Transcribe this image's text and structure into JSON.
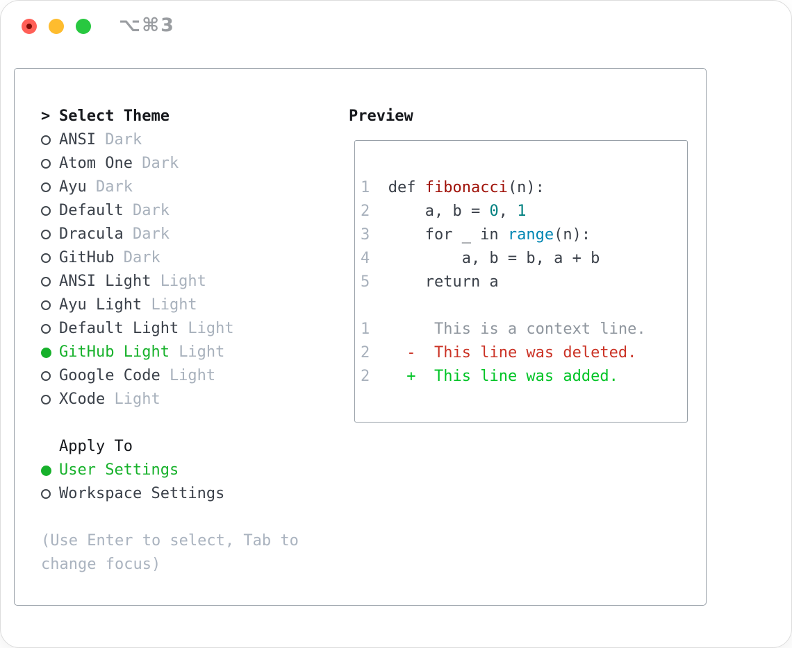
{
  "colors": {
    "ink": "#16181c",
    "text": "#3a4049",
    "muted": "#a8b1bc",
    "hint": "#aab3bf",
    "border": "#98a0a8",
    "selected_green": "#17b12b",
    "added_green": "#00c426",
    "deleted_red": "#cb3326",
    "function_red": "#a01209",
    "number_teal": "#008080",
    "builtin_blue": "#0086b3",
    "context_gray": "#8f969e",
    "titlebar_text": "#9a9da1",
    "traffic_red": "#ff5f57",
    "traffic_red_dot": "#7e0c06",
    "traffic_yellow": "#febc2e",
    "traffic_green": "#28c840"
  },
  "titlebar": {
    "shortcut": "⌥⌘3"
  },
  "theme_panel": {
    "header": {
      "prefix": ">",
      "title": "Select Theme"
    },
    "items": [
      {
        "label": "ANSI",
        "tag": "Dark",
        "selected": false
      },
      {
        "label": "Atom One",
        "tag": "Dark",
        "selected": false
      },
      {
        "label": "Ayu",
        "tag": "Dark",
        "selected": false
      },
      {
        "label": "Default",
        "tag": "Dark",
        "selected": false
      },
      {
        "label": "Dracula",
        "tag": "Dark",
        "selected": false
      },
      {
        "label": "GitHub",
        "tag": "Dark",
        "selected": false
      },
      {
        "label": "ANSI Light",
        "tag": "Light",
        "selected": false
      },
      {
        "label": "Ayu Light",
        "tag": "Light",
        "selected": false
      },
      {
        "label": "Default Light",
        "tag": "Light",
        "selected": false
      },
      {
        "label": "GitHub Light",
        "tag": "Light",
        "selected": true
      },
      {
        "label": "Google Code",
        "tag": "Light",
        "selected": false
      },
      {
        "label": "XCode",
        "tag": "Light",
        "selected": false
      }
    ],
    "apply": {
      "title": "Apply To",
      "options": [
        {
          "label": "User Settings",
          "selected": true
        },
        {
          "label": "Workspace Settings",
          "selected": false
        }
      ]
    },
    "hint_lines": [
      "(Use Enter to select, Tab to",
      "change focus)"
    ]
  },
  "preview": {
    "title": "Preview",
    "code_lines": [
      {
        "num": "1",
        "segments": [
          {
            "t": "def ",
            "c": "plain"
          },
          {
            "t": "fibonacci",
            "c": "fn"
          },
          {
            "t": "(n):",
            "c": "plain"
          }
        ]
      },
      {
        "num": "2",
        "segments": [
          {
            "t": "    a, b = ",
            "c": "plain"
          },
          {
            "t": "0",
            "c": "num"
          },
          {
            "t": ", ",
            "c": "plain"
          },
          {
            "t": "1",
            "c": "num"
          }
        ]
      },
      {
        "num": "3",
        "segments": [
          {
            "t": "    for _ in ",
            "c": "plain"
          },
          {
            "t": "range",
            "c": "builtin"
          },
          {
            "t": "(n):",
            "c": "plain"
          }
        ]
      },
      {
        "num": "4",
        "segments": [
          {
            "t": "        a, b = b, a + b",
            "c": "plain"
          }
        ]
      },
      {
        "num": "5",
        "segments": [
          {
            "t": "    return a",
            "c": "plain"
          }
        ]
      }
    ],
    "diff_lines": [
      {
        "num": "1",
        "segments": [
          {
            "t": "     ",
            "c": "plain"
          },
          {
            "t": "This is a context line.",
            "c": "ctx"
          }
        ]
      },
      {
        "num": "2",
        "segments": [
          {
            "t": "  ",
            "c": "plain"
          },
          {
            "t": "-  ",
            "c": "del"
          },
          {
            "t": "This line was deleted.",
            "c": "del"
          }
        ]
      },
      {
        "num": "2",
        "segments": [
          {
            "t": "  ",
            "c": "plain"
          },
          {
            "t": "+  ",
            "c": "add"
          },
          {
            "t": "This line was added.",
            "c": "add"
          }
        ]
      }
    ]
  }
}
